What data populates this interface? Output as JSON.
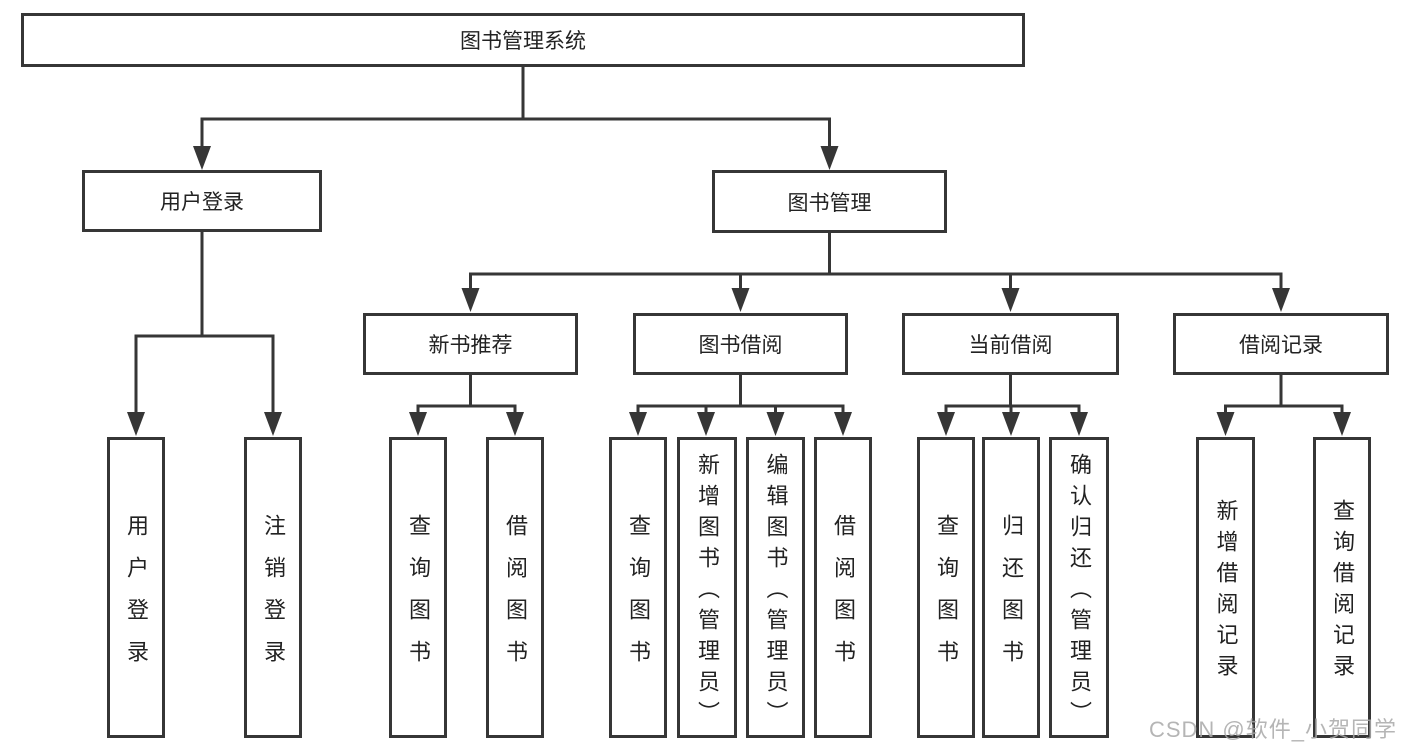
{
  "tree": {
    "label": "图书管理系统",
    "children": [
      {
        "label": "用户登录",
        "children": [
          {
            "label": "用户登录"
          },
          {
            "label": "注销登录"
          }
        ]
      },
      {
        "label": "图书管理",
        "children": [
          {
            "label": "新书推荐",
            "children": [
              {
                "label": "查询图书"
              },
              {
                "label": "借阅图书"
              }
            ]
          },
          {
            "label": "图书借阅",
            "children": [
              {
                "label": "查询图书"
              },
              {
                "label": "新增图书（管理员）"
              },
              {
                "label": "编辑图书（管理员）"
              },
              {
                "label": "借阅图书"
              }
            ]
          },
          {
            "label": "当前借阅",
            "children": [
              {
                "label": "查询图书"
              },
              {
                "label": "归还图书"
              },
              {
                "label": "确认归还（管理员）"
              }
            ]
          },
          {
            "label": "借阅记录",
            "children": [
              {
                "label": "新增借阅记录"
              },
              {
                "label": "查询借阅记录"
              }
            ]
          }
        ]
      }
    ]
  },
  "watermark": {
    "text": "CSDN @软件_小贺同学"
  },
  "colors": {
    "line": "#363636",
    "box_border": "#363636",
    "box_fill": "#ffffff",
    "text": "#222222",
    "watermark": "#a8a8a8",
    "background": "#ffffff"
  }
}
